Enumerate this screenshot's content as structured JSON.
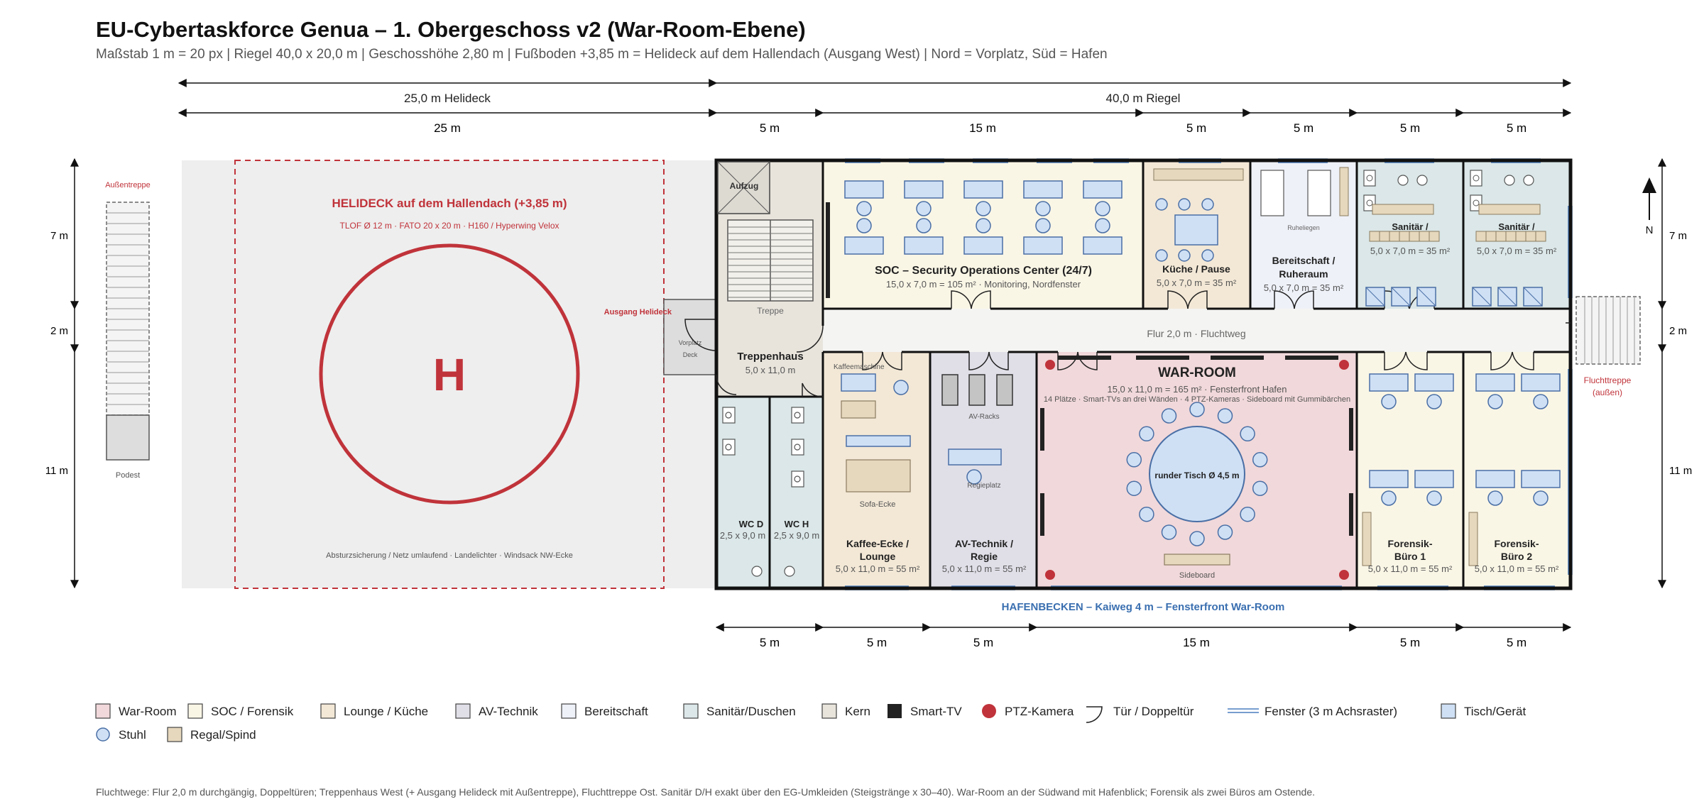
{
  "header": {
    "title": "EU-Cybertaskforce Genua – 1. Obergeschoss v2 (War-Room-Ebene)",
    "subtitle": "Maßstab 1 m = 20 px | Riegel 40,0 x 20,0 m | Geschosshöhe 2,80 m | Fußboden +3,85 m = Helideck auf dem Hallendach (Ausgang West) | Nord = Vorplatz, Süd = Hafen"
  },
  "dimensions": {
    "top_row1": [
      "25,0 m Helideck",
      "40,0 m Riegel"
    ],
    "top_row2": [
      "25 m",
      "5 m",
      "15 m",
      "5 m",
      "5 m",
      "5 m",
      "5 m"
    ],
    "bottom": [
      "5 m",
      "5 m",
      "5 m",
      "15 m",
      "5 m",
      "5 m"
    ],
    "left": [
      "7 m",
      "2 m",
      "11 m"
    ],
    "right": [
      "7 m",
      "2 m",
      "11 m"
    ]
  },
  "helideck": {
    "title": "HELIDECK auf dem Hallendach (+3,85 m)",
    "subtitle": "TLOF Ø 12 m · FATO 20 x 20 m · H160 / Hyperwing Velox",
    "letter": "H",
    "footer": "Absturzsicherung / Netz umlaufend · Landelichter · Windsack NW-Ecke",
    "stair_label": "Außentreppe",
    "podest_label": "Podest",
    "exit_label": "Ausgang Helideck",
    "vorplatz_line1": "Vorplatz",
    "vorplatz_line2": "Deck"
  },
  "core": {
    "elevator": "Aufzug",
    "stair": "Treppe",
    "name": "Treppenhaus",
    "size": "5,0 x 11,0 m"
  },
  "rooms": {
    "soc": {
      "name": "SOC – Security Operations Center (24/7)",
      "info": "15,0 x 7,0 m = 105 m² · Monitoring, Nordfenster"
    },
    "kitchen": {
      "name": "Küche / Pause",
      "info": "5,0 x 7,0 m = 35 m²"
    },
    "standby": {
      "line1": "Bereitschaft /",
      "line2": "Ruheraum",
      "info": "5,0 x 7,0 m = 35 m²",
      "beds": "Ruheliegen"
    },
    "san1": {
      "name": "Sanitär /",
      "info": "5,0 x 7,0 m = 35 m²"
    },
    "san2": {
      "name": "Sanitär /",
      "info": "5,0 x 7,0 m = 35 m²"
    },
    "corridor": "Flur 2,0 m · Fluchtweg",
    "wcd": {
      "name": "WC D",
      "info": "2,5 x 9,0 m"
    },
    "wch": {
      "name": "WC H",
      "info": "2,5 x 9,0 m"
    },
    "lounge": {
      "line1": "Kaffee-Ecke /",
      "line2": "Lounge",
      "info": "5,0 x 11,0 m = 55 m²",
      "coffee": "Kaffeemaschine",
      "sofa": "Sofa-Ecke"
    },
    "av": {
      "line1": "AV-Technik /",
      "line2": "Regie",
      "info": "5,0 x 11,0 m = 55 m²",
      "racks": "AV-Racks",
      "desk": "Regieplatz"
    },
    "warroom": {
      "name": "WAR-ROOM",
      "info": "15,0 x 11,0 m = 165 m² · Fensterfront Hafen",
      "details": "14 Plätze · Smart-TVs an drei Wänden · 4 PTZ-Kameras · Sideboard mit Gummibärchen",
      "table": "runder Tisch Ø 4,5 m",
      "sideboard": "Sideboard"
    },
    "forensic1": {
      "line1": "Forensik-",
      "line2": "Büro 1",
      "info": "5,0 x 11,0 m = 55 m²"
    },
    "forensic2": {
      "line1": "Forensik-",
      "line2": "Büro 2",
      "info": "5,0 x 11,0 m = 55 m²"
    }
  },
  "exterior": {
    "harbor": "HAFENBECKEN – Kaiweg 4 m – Fensterfront War-Room",
    "escape_line1": "Fluchttreppe",
    "escape_line2": "(außen)",
    "north": "N"
  },
  "legend": [
    {
      "label": "War-Room",
      "kind": "swatch",
      "color": "#f1d8da"
    },
    {
      "label": "SOC / Forensik",
      "kind": "swatch",
      "color": "#faf6e6"
    },
    {
      "label": "Lounge / Küche",
      "kind": "swatch",
      "color": "#f3e8d6"
    },
    {
      "label": "AV-Technik",
      "kind": "swatch",
      "color": "#e0dfe8"
    },
    {
      "label": "Bereitschaft",
      "kind": "swatch",
      "color": "#eef1f8"
    },
    {
      "label": "Sanitär/Duschen",
      "kind": "swatch",
      "color": "#dbe7e8"
    },
    {
      "label": "Kern",
      "kind": "swatch",
      "color": "#e8e4dc"
    },
    {
      "label": "Smart-TV",
      "kind": "tv",
      "color": "#222222"
    },
    {
      "label": "PTZ-Kamera",
      "kind": "camera",
      "color": "#c0333a"
    },
    {
      "label": "Tür / Doppeltür",
      "kind": "door",
      "color": "#222222"
    },
    {
      "label": "Fenster (3 m Achsraster)",
      "kind": "window",
      "color": "#4a7fbf"
    },
    {
      "label": "Tisch/Gerät",
      "kind": "swatch",
      "color": "#cfe0f5"
    },
    {
      "label": "Stuhl",
      "kind": "chair",
      "color": "#4a6fa5"
    },
    {
      "label": "Regal/Spind",
      "kind": "swatch",
      "color": "#e6d8bd"
    }
  ],
  "footer_note": "Fluchtwege: Flur 2,0 m durchgängig, Doppeltüren; Treppenhaus West (+ Ausgang Helideck mit Außentreppe), Fluchttreppe Ost. Sanitär D/H exakt über den EG-Umkleiden (Steigstränge x 30–40). War-Room an der Südwand mit Hafenblick; Forensik als zwei Büros am Ostende.",
  "colors": {
    "wall": "#111111",
    "helideck_red": "#c0333a",
    "window_blue": "#4a7fbf",
    "chair_stroke": "#4a6fa5",
    "table_fill": "#cfe0f5"
  }
}
